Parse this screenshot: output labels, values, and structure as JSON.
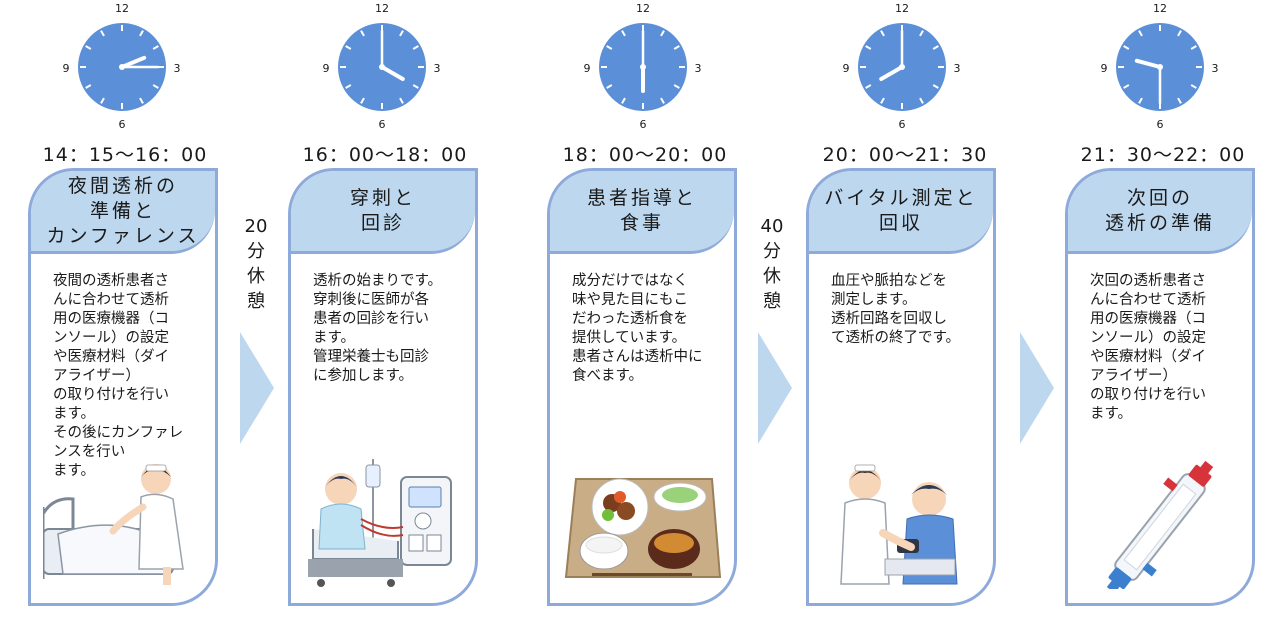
{
  "clock_numerals": {
    "twelve": "12",
    "three": "3",
    "six": "6",
    "nine": "9"
  },
  "colors": {
    "clock_face": "#5b8fd8",
    "header_fill": "#bdd7ee",
    "card_border": "#8eaadb",
    "arrow": "#bdd7ee"
  },
  "steps": [
    {
      "time": "14：15～16：00",
      "clock": {
        "hour": 2.25,
        "minute": 15
      },
      "title": "夜間透析の\n準備と\nカンファレンス",
      "body": "夜間の透析患者さ\nんに合わせて透析\n用の医療機器（コ\nンソール）の設定\nや医療材料（ダイ\nアライザー）\nの取り付けを行い\nます。\nその後にカンファレ\nンスを行い\nます。",
      "illustration": "nurse-making-bed"
    },
    {
      "time": "16：00～18：00",
      "clock": {
        "hour": 4,
        "minute": 0
      },
      "title": "穿刺と\n回診",
      "body": "透析の始まりです。\n穿刺後に医師が各\n患者の回診を行い\nます。\n管理栄養士も回診\nに参加します。",
      "illustration": "patient-on-dialysis"
    },
    {
      "time": "18：00～20：00",
      "clock": {
        "hour": 6,
        "minute": 0
      },
      "title": "患者指導と\n食事",
      "body": "成分だけではなく\n味や見た目にもこ\nだわった透析食を\n提供しています。\n患者さんは透析中に\n食べます。",
      "illustration": "meal-tray"
    },
    {
      "time": "20：00～21：30",
      "clock": {
        "hour": 8,
        "minute": 0
      },
      "title": "バイタル測定と\n回収",
      "body": "血圧や脈拍などを\n測定します。\n透析回路を回収し\nて透析の終了です。",
      "illustration": "blood-pressure-check"
    },
    {
      "time": "21：30～22：00",
      "clock": {
        "hour": 9.5,
        "minute": 30
      },
      "title": "次回の\n透析の準備",
      "body": "次回の透析患者さ\nんに合わせて透析\n用の医療機器（コ\nンソール）の設定\nや医療材料（ダイ\nアライザー）\nの取り付けを行い\nます。",
      "illustration": "dialyzer"
    }
  ],
  "breaks": [
    "20分\n休\n憩",
    "40分\n休\n憩"
  ]
}
